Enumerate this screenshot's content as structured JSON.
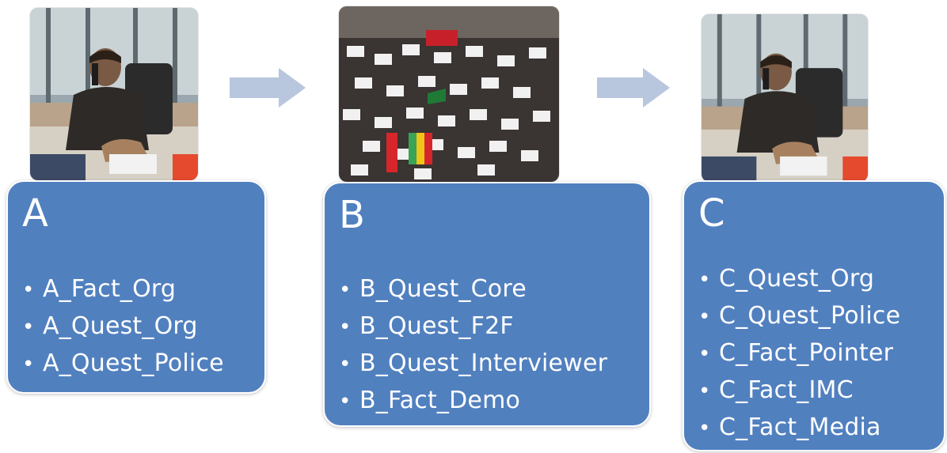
{
  "stages": [
    {
      "letter": "A",
      "items": [
        "A_Fact_Org",
        "A_Quest_Org",
        "A_Quest_Police"
      ],
      "photo_icon": "man-on-phone-photo"
    },
    {
      "letter": "B",
      "items": [
        "B_Quest_Core",
        "B_Quest_F2F",
        "B_Quest_Interviewer",
        "B_Fact_Demo"
      ],
      "photo_icon": "protest-crowd-photo"
    },
    {
      "letter": "C",
      "items": [
        "C_Quest_Org",
        "C_Quest_Police",
        "C_Fact_Pointer",
        "C_Fact_IMC",
        "C_Fact_Media"
      ],
      "photo_icon": "man-on-phone-photo"
    }
  ],
  "colors": {
    "box_fill": "#5180bf",
    "arrow_fill": "#b8c6de",
    "text": "#ffffff"
  },
  "arrow_icon": "right-arrow-icon"
}
